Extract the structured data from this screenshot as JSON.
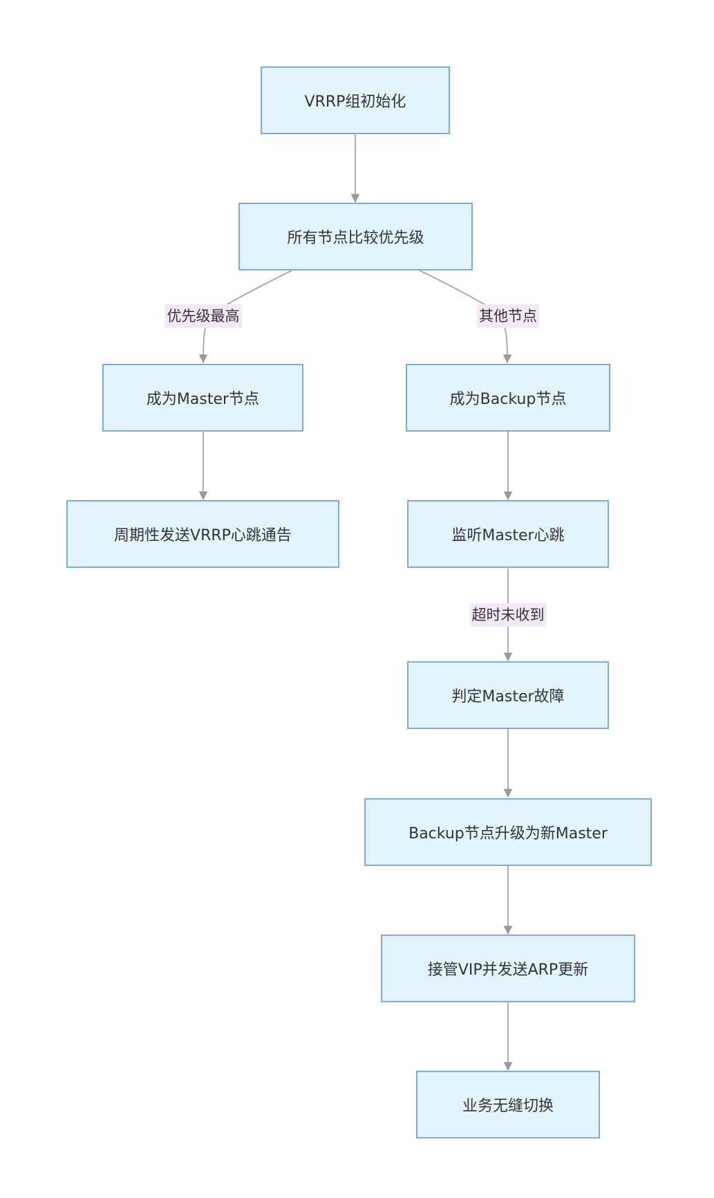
{
  "nodes": {
    "init": "VRRP组初始化",
    "compare": "所有节点比较优先级",
    "master": "成为Master节点",
    "backup": "成为Backup节点",
    "heartbeat": "周期性发送VRRP心跳通告",
    "listen": "监听Master心跳",
    "fault": "判定Master故障",
    "upgrade": "Backup节点升级为新Master",
    "takeover": "接管VIP并发送ARP更新",
    "switch": "业务无缝切换"
  },
  "edge_labels": {
    "highest": "优先级最高",
    "others": "其他节点",
    "timeout": "超时未收到"
  },
  "colors": {
    "node_fill": "#e2f4fb",
    "node_border": "#7aa9ef",
    "edge": "#9a9a9a",
    "label_bg": "#f3e8f7"
  }
}
